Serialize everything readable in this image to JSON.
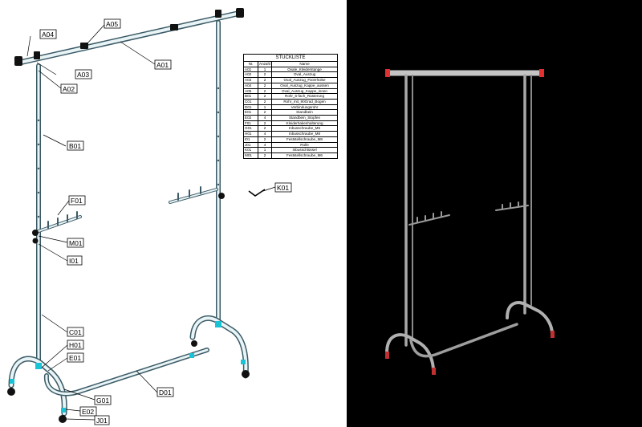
{
  "callouts": {
    "A04": "A04",
    "A05": "A05",
    "A03": "A03",
    "A01": "A01",
    "A02": "A02",
    "B01": "B01",
    "F01": "F01",
    "K01": "K01",
    "M01": "M01",
    "I01": "I01",
    "C01": "C01",
    "H01": "H01",
    "E01": "E01",
    "G01": "G01",
    "D01": "D01",
    "E02": "E02",
    "J01": "J01"
  },
  "bom": {
    "title": "STÜCKLISTE",
    "headers": [
      "Nr.",
      "Anzahl",
      "Name"
    ],
    "rows": [
      [
        "A01",
        "1",
        "Ovale_Kleiderstange"
      ],
      [
        "A02",
        "2",
        "Oval_Auszug"
      ],
      [
        "A03",
        "2",
        "Oval_Auszug_Fixierhülse"
      ],
      [
        "A04",
        "2",
        "Oval_Auszug_Kappe_aussen"
      ],
      [
        "A05",
        "2",
        "Oval_Auszug_Kappe_innen"
      ],
      [
        "B01",
        "2",
        "Rohr_6-fach_Rasterung"
      ],
      [
        "C01",
        "2",
        "Rohr_mit_90Grad_Bogen"
      ],
      [
        "D01",
        "1",
        "Verbindungsrohr"
      ],
      [
        "E01",
        "2",
        "Standbein"
      ],
      [
        "E02",
        "4",
        "Standbein_Stopfen"
      ],
      [
        "F01",
        "2",
        "Kleiderhakenhalterung"
      ],
      [
        "G01",
        "2",
        "Inbusschraube_M6"
      ],
      [
        "H01",
        "4",
        "Inbusschraube_M8"
      ],
      [
        "I01",
        "2",
        "Feststellschraube_M8"
      ],
      [
        "J01",
        "4",
        "Rolle"
      ],
      [
        "K01",
        "1",
        "Inbusschlüssel"
      ],
      [
        "M01",
        "2",
        "Feststellschraube_M6"
      ]
    ]
  },
  "colors": {
    "tube_outline": "#3b5a66",
    "accent_cyan": "#19c3d6",
    "render_background": "#000000",
    "render_tube": "#b9b9b9",
    "render_cap": "#e03030"
  }
}
